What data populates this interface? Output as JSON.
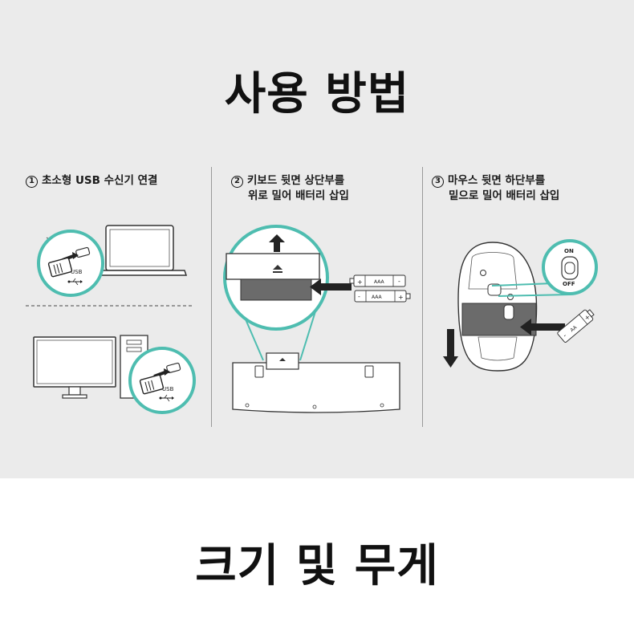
{
  "header": {
    "title": "사용 방법"
  },
  "steps": [
    {
      "number": "1",
      "line1": "초소형 USB 수신기 연결",
      "line2": ""
    },
    {
      "number": "2",
      "line1": "키보드 뒷면 상단부를",
      "line2": "위로 밀어 배터리 삽입"
    },
    {
      "number": "3",
      "line1": "마우스 뒷면 하단부를",
      "line2": "밑으로 밀어 배터리 삽입"
    }
  ],
  "illustrations": {
    "usb_label": "USB",
    "battery_label_keyboard": "AAA",
    "battery_label_mouse": "AA",
    "switch_on": "ON",
    "switch_off": "OFF",
    "plus_sign": "+",
    "minus_sign": "-"
  },
  "colors": {
    "accent": "#4ebdb0",
    "panel_bg": "#ebebeb",
    "dark_gray": "#6b6b6b"
  },
  "footer": {
    "title": "크기 및 무게"
  }
}
